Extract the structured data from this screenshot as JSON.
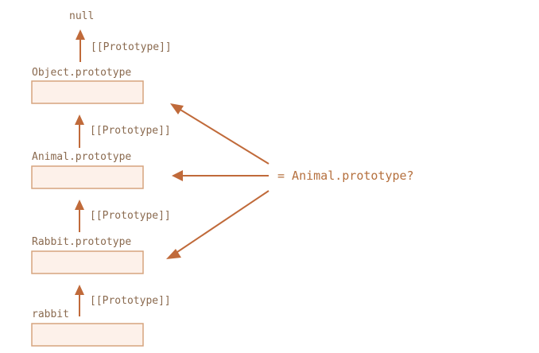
{
  "diagram": {
    "null_label": "null",
    "prototype_link_label": "[[Prototype]]",
    "nodes": [
      {
        "label": "Object.prototype"
      },
      {
        "label": "Animal.prototype"
      },
      {
        "label": "Rabbit.prototype"
      },
      {
        "label": "rabbit"
      }
    ],
    "question": "= Animal.prototype?"
  },
  "colors": {
    "box_fill": "#fdf1ea",
    "box_stroke": "#d6a47e",
    "arrow": "#c06a3a",
    "text": "#8a6a4f",
    "question_text": "#b5703e"
  }
}
